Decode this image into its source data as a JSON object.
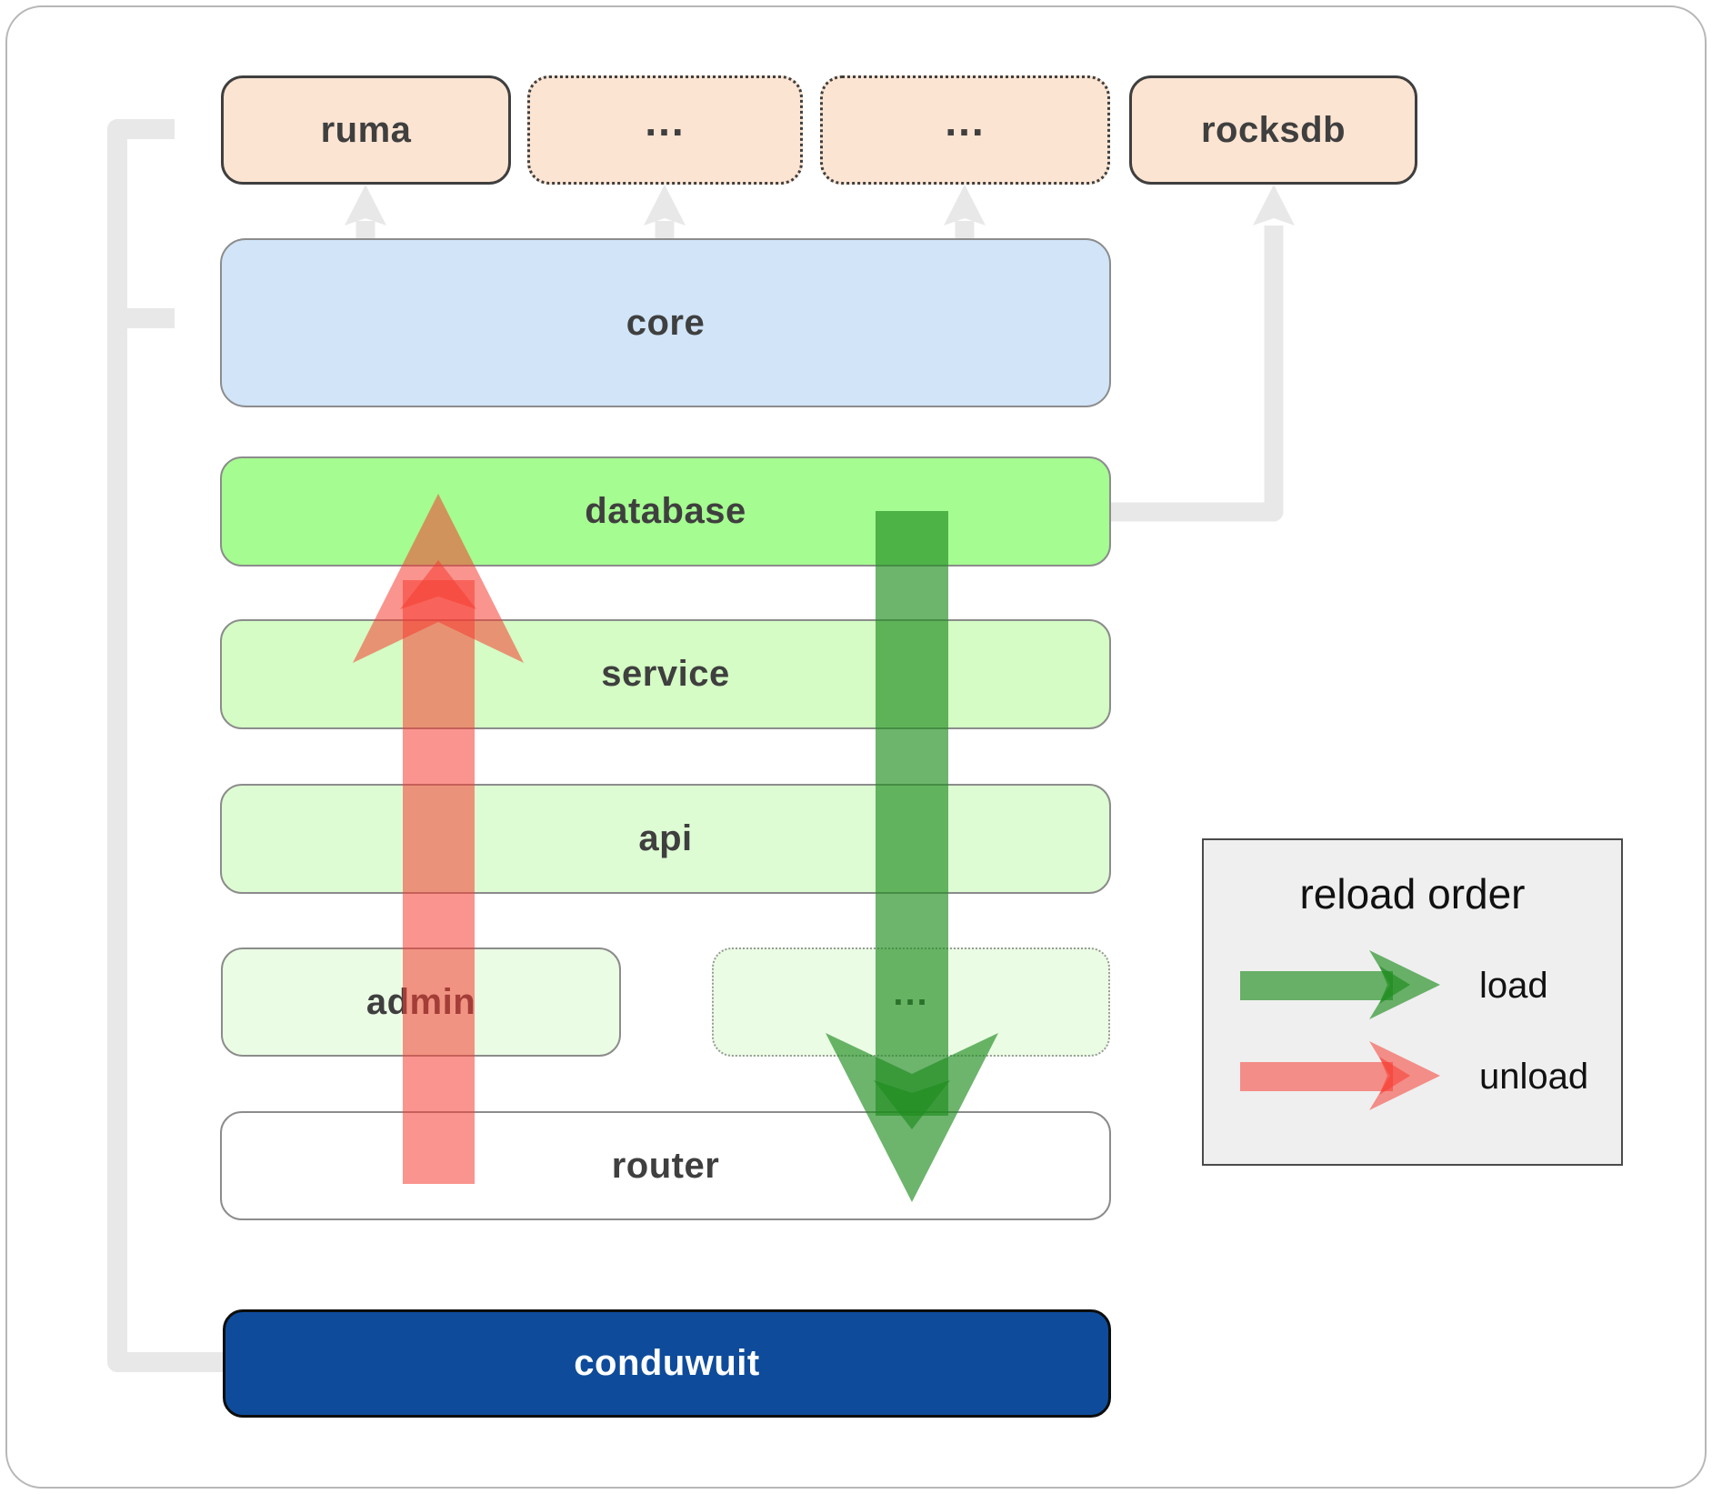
{
  "boxes": {
    "ruma": "ruma",
    "dots_top_1": "...",
    "dots_top_2": "...",
    "rocksdb": "rocksdb",
    "core": "core",
    "database": "database",
    "service": "service",
    "api": "api",
    "admin": "admin",
    "admin_dots": "...",
    "router": "router",
    "conduwuit": "conduwuit"
  },
  "legend": {
    "title": "reload order",
    "load_label": "load",
    "unload_label": "unload"
  },
  "colors": {
    "peach_box": "#fce4d2",
    "core_blue": "#d1e4f8",
    "database_green": "#a5fc90",
    "service_green": "#d4fcc4",
    "api_green": "#defcd3",
    "admin_green": "#ebfce4",
    "router_white": "#ffffff",
    "conduwuit_blue": "#0e4c9b",
    "load_arrow_green": "rgba(30,140,30,0.65)",
    "unload_arrow_red": "rgba(246,60,50,0.55)",
    "connector_gray": "#e8e8e8"
  }
}
